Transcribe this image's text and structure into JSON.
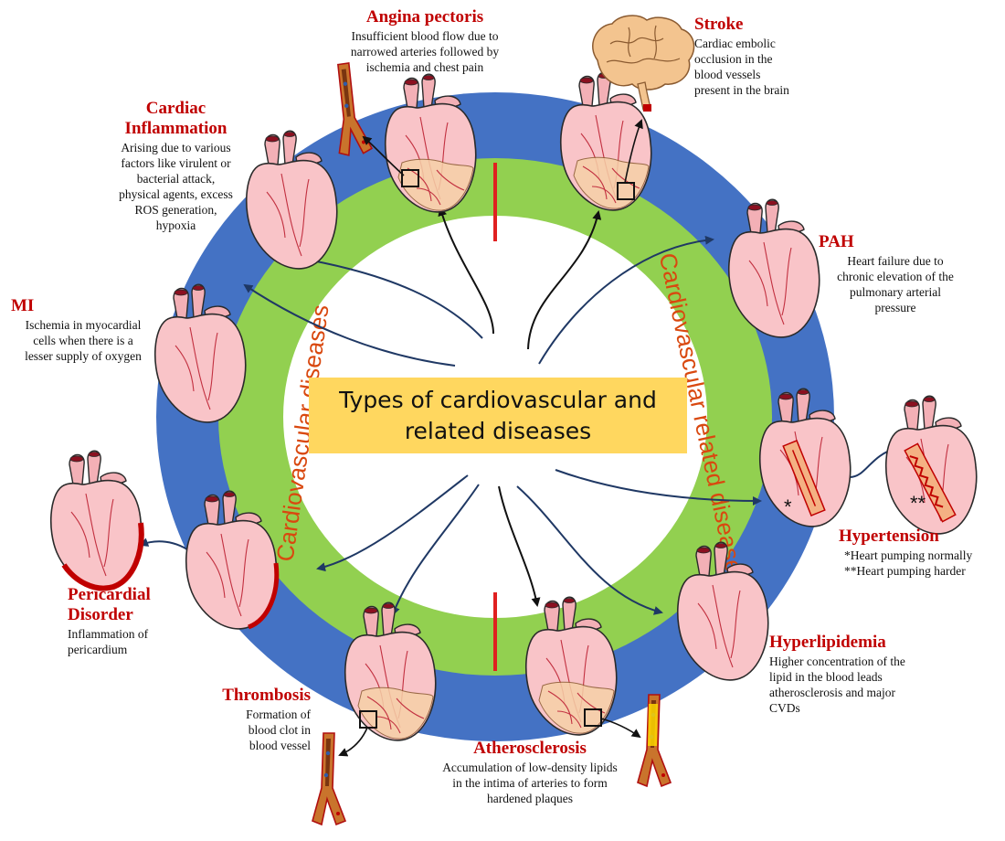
{
  "center": {
    "line1": "Types of cardiovascular and",
    "line2": "related  diseases"
  },
  "ring": {
    "left_label": "Cardiovascular diseases",
    "right_label": "Cardiovascular related diseases"
  },
  "colors": {
    "outer_ring": "#4472c4",
    "inner_ring": "#92d050",
    "center_box": "#ffd75f",
    "title_text": "#c00000",
    "ring_text": "#d9480f",
    "arrow": "#1f3864",
    "divider": "#e02020"
  },
  "diseases": {
    "angina": {
      "title": "Angina pectoris",
      "desc1": "Insufficient blood flow due to",
      "desc2": "narrowed arteries followed by",
      "desc3": "ischemia and chest pain"
    },
    "stroke": {
      "title": "Stroke",
      "desc1": "Cardiac embolic",
      "desc2": "occlusion in the",
      "desc3": "blood vessels",
      "desc4": "present in the brain"
    },
    "inflammation": {
      "title1": "Cardiac",
      "title2": "Inflammation",
      "desc1": "Arising due to various",
      "desc2": "factors like virulent or",
      "desc3": "bacterial attack,",
      "desc4": "physical agents, excess",
      "desc5": "ROS generation,",
      "desc6": "hypoxia"
    },
    "pah": {
      "title": "PAH",
      "desc1": "Heart failure due to",
      "desc2": "chronic elevation of the",
      "desc3": "pulmonary arterial",
      "desc4": "pressure"
    },
    "mi": {
      "title": "MI",
      "desc1": "Ischemia in myocardial",
      "desc2": "cells when there is a",
      "desc3": "lesser supply of oxygen"
    },
    "hypertension": {
      "title": "Hypertension",
      "desc1": "*Heart pumping normally",
      "desc2": "**Heart pumping harder",
      "mark1": "*",
      "mark2": "**"
    },
    "pericardial": {
      "title1": "Pericardial",
      "title2": "Disorder",
      "desc1": "Inflammation of",
      "desc2": "pericardium"
    },
    "hyperlipidemia": {
      "title": "Hyperlipidemia",
      "desc1": "Higher concentration of the",
      "desc2": "lipid in the blood leads",
      "desc3": "atherosclerosis and major",
      "desc4": "CVDs"
    },
    "thrombosis": {
      "title": "Thrombosis",
      "desc1": "Formation of",
      "desc2": "blood clot in",
      "desc3": "blood vessel"
    },
    "atherosclerosis": {
      "title": "Atherosclerosis",
      "desc1": "Accumulation of low-density lipids",
      "desc2": "in the intima of arteries to form",
      "desc3": "hardened plaques"
    }
  }
}
